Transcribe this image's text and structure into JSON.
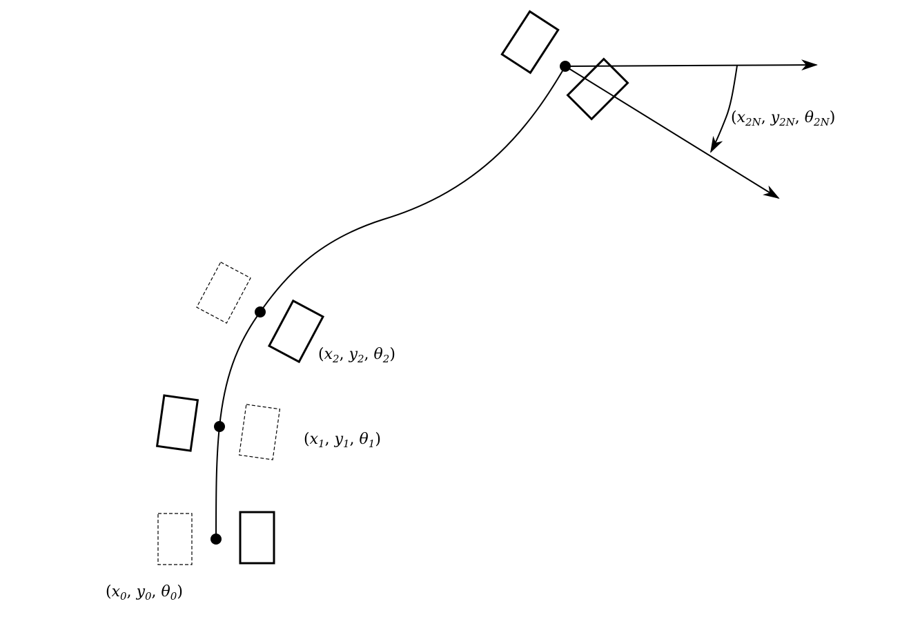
{
  "diagram": {
    "labels": {
      "pose_0": {
        "open": "(",
        "var1": "x",
        "sub1": "0",
        "sep1": ", ",
        "var2": "y",
        "sub2": "0",
        "sep2": ", ",
        "var3": "θ",
        "sub3": "0",
        "close": ")"
      },
      "pose_1": {
        "open": "(",
        "var1": "x",
        "sub1": "1",
        "sep1": ", ",
        "var2": "y",
        "sub2": "1",
        "sep2": ", ",
        "var3": "θ",
        "sub3": "1",
        "close": ")"
      },
      "pose_2": {
        "open": "(",
        "var1": "x",
        "sub1": "2",
        "sep1": ", ",
        "var2": "y",
        "sub2": "2",
        "sep2": ", ",
        "var3": "θ",
        "sub3": "2",
        "close": ")"
      },
      "pose_2N": {
        "open": "(",
        "var1": "x",
        "sub1": "2N",
        "sep1": ", ",
        "var2": "y",
        "sub2": "2N",
        "sep2": ", ",
        "var3": "θ",
        "sub3": "2N",
        "close": ")"
      }
    },
    "colors": {
      "stroke": "#000000",
      "background": "#ffffff"
    }
  }
}
